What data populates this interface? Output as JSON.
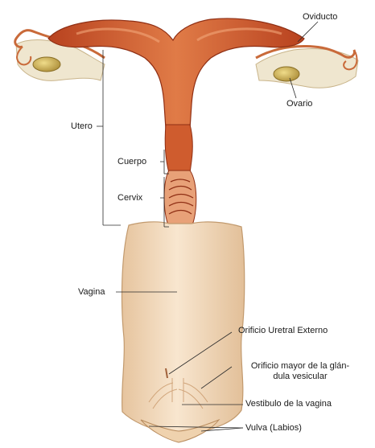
{
  "labels": {
    "oviducto": "Oviducto",
    "ovario": "Ovario",
    "utero": "Utero",
    "cuerpo": "Cuerpo",
    "cervix": "Cervix",
    "vagina": "Vagina",
    "orificio_uretral": "Orificio Uretral Externo",
    "orificio_mayor_line1": "Orificio mayor de la glán-",
    "orificio_mayor_line2": "dula vesicular",
    "vestibulo": "Vestibulo de la vagina",
    "vulva": "Vulva (Labios)"
  },
  "colors": {
    "uterus_dark": "#b8421f",
    "uterus_mid": "#d8693a",
    "uterus_light": "#eba27a",
    "vagina_fill": "#f4dcc0",
    "vagina_shade": "#e2bf98",
    "ovary": "#c8a64a",
    "ligament": "#efe6cf",
    "line": "#2b2b2b"
  }
}
